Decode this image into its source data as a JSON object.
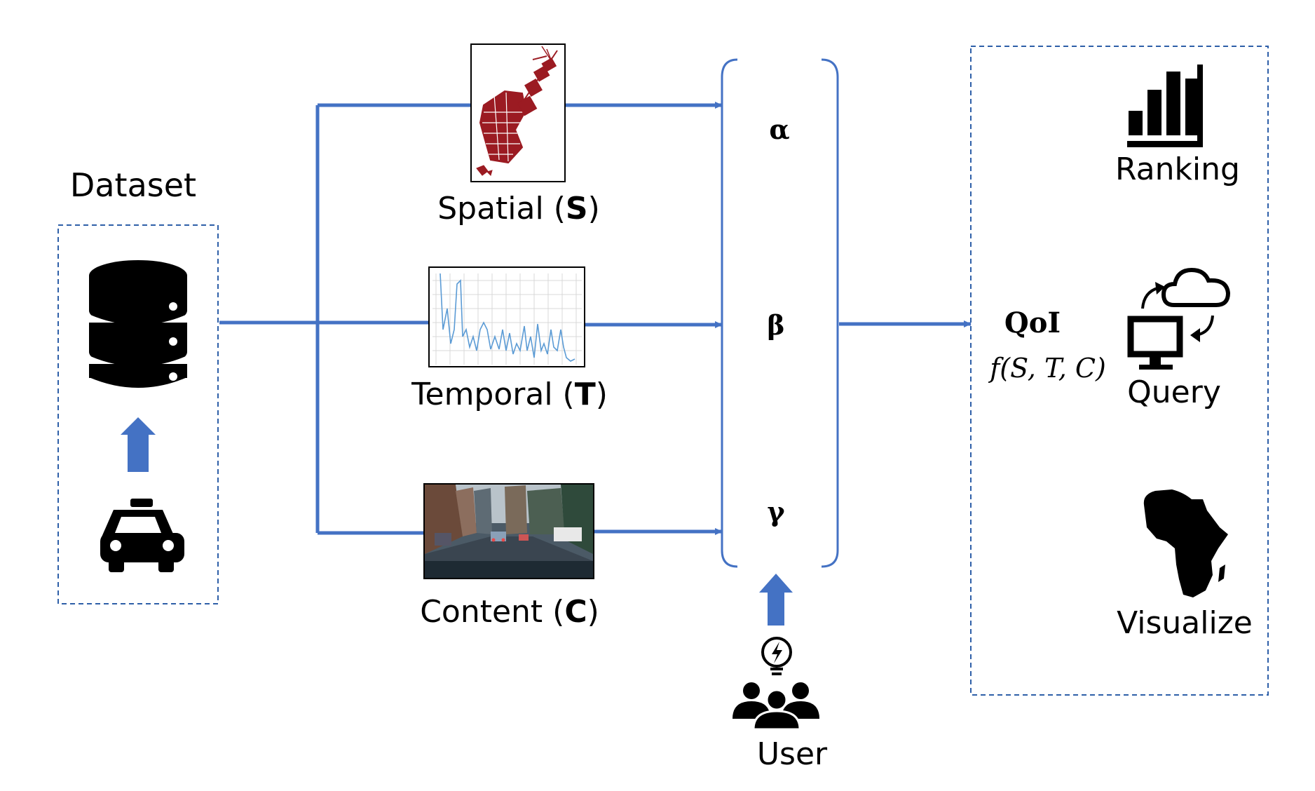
{
  "colors": {
    "flow": "#4472C4",
    "dash": "#2E5FA8",
    "map_red": "#9B1B22",
    "icon": "#000000",
    "chart_line": "#5B9BD5",
    "grid": "#D9D9D9"
  },
  "dataset": {
    "title": "Dataset",
    "icons": [
      "database-icon",
      "taxi-icon"
    ]
  },
  "inputs": {
    "spatial": {
      "label": "Spatial (",
      "letter": "S",
      "close": ")"
    },
    "temporal": {
      "label": "Temporal (",
      "letter": "T",
      "close": ")"
    },
    "content": {
      "label": "Content (",
      "letter": "C",
      "close": ")"
    }
  },
  "weights": {
    "alpha": "α",
    "beta": "β",
    "gamma": "γ"
  },
  "user": {
    "label": "User",
    "icons": [
      "lightbulb-icon",
      "users-icon"
    ]
  },
  "qoi": {
    "title": "QoI",
    "formula": "f(S, T, C)"
  },
  "outputs": {
    "ranking": {
      "label": "Ranking",
      "icon": "bar-chart-icon"
    },
    "query": {
      "label": "Query",
      "icon": "cloud-computer-icon"
    },
    "visualize": {
      "label": "Visualize",
      "icon": "africa-map-icon"
    }
  }
}
